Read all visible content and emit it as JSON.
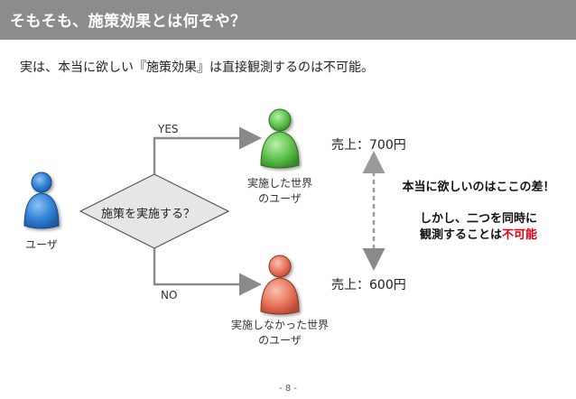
{
  "slide": {
    "title": "そもそも、施策効果とは何ぞや？",
    "subtitle": "実は、本当に欲しい『施策効果』は直接観測するのは不可能。",
    "page_number": "- 8 -"
  },
  "diagram": {
    "user_label": "ユーザ",
    "decision_label": "施策を実施する？",
    "yes_label": "YES",
    "no_label": "NO",
    "treated_world_line1": "実施した世界",
    "treated_world_line2": "のユーザ",
    "untreated_world_line1": "実施しなかった世界",
    "untreated_world_line2": "のユーザ",
    "sales_treated": "売上：700円",
    "sales_untreated": "売上：600円",
    "message_line1": "本当に欲しいのはここの差！",
    "message_line2": "しかし、二つを同時に",
    "message_line3_prefix": "観測することは",
    "message_line3_highlight": "不可能"
  },
  "colors": {
    "title_bar": "#8c8c8c",
    "user_blue": "#2f7fd3",
    "treated_green": "#5cc24a",
    "untreated_red": "#e8735a",
    "highlight_red": "#e0000f"
  }
}
